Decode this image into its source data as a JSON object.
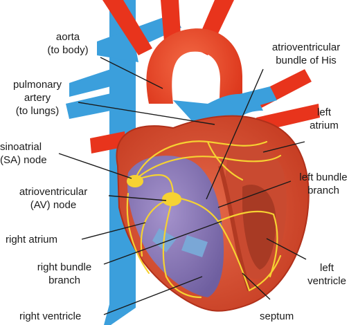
{
  "labels": {
    "aorta": [
      "aorta",
      "(to body)"
    ],
    "pulmonary_artery": [
      "pulmonary",
      "artery",
      "(to lungs)"
    ],
    "sa_node": [
      "sinoatrial",
      "(SA) node"
    ],
    "av_node": [
      "atrioventricular",
      "(AV) node"
    ],
    "right_atrium": "right atrium",
    "right_bundle_branch": [
      "right bundle",
      "branch"
    ],
    "right_ventricle": "right ventricle",
    "bundle_of_his": [
      "atrioventricular",
      "bundle of His"
    ],
    "left_atrium": [
      "left",
      "atrium"
    ],
    "left_bundle_branch": [
      "left bundle",
      "branch"
    ],
    "left_ventricle": [
      "left",
      "ventricle"
    ],
    "septum": "septum"
  },
  "colors": {
    "blood_vessel_blue": "#3b9fdc",
    "blood_vessel_red": "#e8341c",
    "heart_wall": "#d94a2e",
    "chamber_purple": "#8b78b8",
    "conduction_yellow": "#f6d232",
    "leader_line": "#1a1a1a"
  }
}
